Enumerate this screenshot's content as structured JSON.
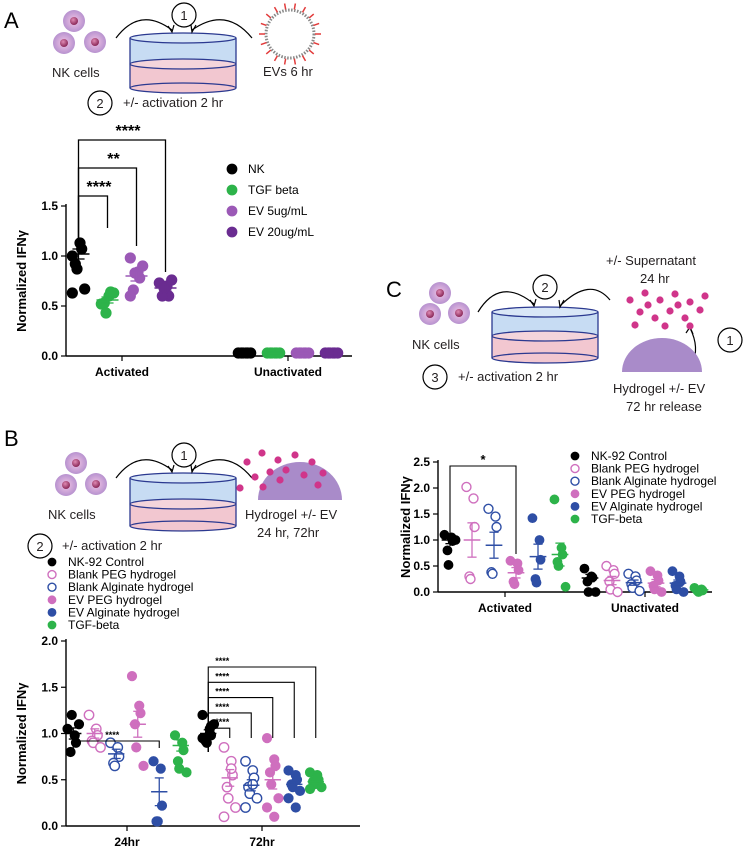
{
  "colors": {
    "black": "#000000",
    "green": "#2db34a",
    "violet": "#9b59b6",
    "purple": "#6a2c91",
    "pink": "#cf6fbe",
    "blue": "#2e4ea5",
    "schematic_blue": "#c7dcf3",
    "schematic_pink": "#f2c7d0",
    "hydrogel": "#a98bc9",
    "cell_pink": "#d24f8f"
  },
  "panels": {
    "A": {
      "letter": "A",
      "schematic": {
        "step1": "1",
        "step2": "2",
        "nk_label": "NK cells",
        "ev_label": "EVs 6 hr",
        "activation_label": "+/- activation 2 hr"
      }
    },
    "B": {
      "letter": "B",
      "schematic": {
        "step1": "1",
        "step2": "2",
        "nk_label": "NK cells",
        "hydrogel_label_1": "Hydrogel +/- EV",
        "hydrogel_label_2": "24 hr, 72hr",
        "activation_label": "+/- activation 2 hr"
      }
    },
    "C": {
      "letter": "C",
      "schematic": {
        "step1": "1",
        "step2": "2",
        "step3": "3",
        "nk_label": "NK cells",
        "supernatant_label_1": "+/- Supernatant",
        "supernatant_label_2": "24 hr",
        "hydrogel_label_1": "Hydrogel +/- EV",
        "hydrogel_label_2": "72 hr release",
        "activation_label": "+/- activation 2 hr"
      }
    }
  },
  "chart_data": [
    {
      "id": "A",
      "type": "scatter",
      "ylabel": "Normalized IFNγ",
      "ylim": [
        0,
        1.5
      ],
      "yticks": [
        "0.0",
        "0.5",
        "1.0",
        "1.5"
      ],
      "categories": [
        "Activated",
        "Unactivated"
      ],
      "legend_position": "right",
      "series": [
        {
          "name": "NK",
          "color": "#000000",
          "filled": true,
          "values": [
            [
              1.0,
              1.13,
              1.07,
              0.92,
              0.87,
              0.67,
              0.63
            ],
            [
              0.03,
              0.03,
              0.03,
              0.03,
              0.03,
              0.03
            ]
          ],
          "mean": [
            1.02,
            0.03
          ],
          "sem": [
            0.05,
            0.005
          ]
        },
        {
          "name": "TGF beta",
          "color": "#2db34a",
          "filled": true,
          "values": [
            [
              0.52,
              0.6,
              0.64,
              0.53,
              0.43,
              0.63
            ],
            [
              0.03,
              0.03,
              0.03,
              0.03,
              0.03,
              0.03
            ]
          ],
          "mean": [
            0.56,
            0.03
          ],
          "sem": [
            0.03,
            0.005
          ]
        },
        {
          "name": "EV 5ug/mL",
          "color": "#9b59b6",
          "filled": true,
          "values": [
            [
              0.98,
              0.84,
              0.78,
              0.66,
              0.83,
              0.9,
              0.6
            ],
            [
              0.03,
              0.03,
              0.03,
              0.03,
              0.03,
              0.03
            ]
          ],
          "mean": [
            0.8,
            0.03
          ],
          "sem": [
            0.05,
            0.005
          ]
        },
        {
          "name": "EV 20ug/mL",
          "color": "#6a2c91",
          "filled": true,
          "values": [
            [
              0.73,
              0.7,
              0.6,
              0.6,
              0.68,
              0.76
            ],
            [
              0.03,
              0.03,
              0.03,
              0.03,
              0.03,
              0.03
            ]
          ],
          "mean": [
            0.68,
            0.03
          ],
          "sem": [
            0.03,
            0.005
          ]
        }
      ],
      "significance": [
        {
          "label": "****",
          "from": 0,
          "to": 1
        },
        {
          "label": "**",
          "from": 0,
          "to": 2
        },
        {
          "label": "****",
          "from": 0,
          "to": 3
        }
      ]
    },
    {
      "id": "B",
      "type": "scatter",
      "ylabel": "Normalized IFNγ",
      "ylim": [
        0,
        2.0
      ],
      "yticks": [
        "0.0",
        "0.5",
        "1.0",
        "1.5",
        "2.0"
      ],
      "categories": [
        "24hr",
        "72hr"
      ],
      "legend_position": "top-left",
      "series": [
        {
          "name": "NK-92 Control",
          "color": "#000000",
          "filled": true,
          "values": [
            [
              1.05,
              0.98,
              0.9,
              0.8,
              1.2,
              1.1
            ],
            [
              1.2,
              1.05,
              0.98,
              0.92,
              0.9,
              1.1,
              0.95,
              1.0,
              1.08
            ]
          ],
          "mean": [
            1.0,
            1.0
          ],
          "sem": [
            0.06,
            0.04
          ]
        },
        {
          "name": "Blank PEG hydrogel",
          "color": "#cf6fbe",
          "filled": false,
          "values": [
            [
              1.2,
              1.05,
              0.98,
              0.92,
              0.9,
              0.85
            ],
            [
              0.85,
              0.7,
              0.55,
              0.42,
              0.3,
              0.2,
              0.1,
              0.62
            ]
          ],
          "mean": [
            1.0,
            0.52
          ],
          "sem": [
            0.05,
            0.09
          ]
        },
        {
          "name": "Blank Alginate hydrogel",
          "color": "#2e4ea5",
          "filled": false,
          "values": [
            [
              0.9,
              0.85,
              0.75,
              0.68,
              0.65
            ],
            [
              0.7,
              0.6,
              0.52,
              0.42,
              0.35,
              0.3,
              0.2,
              0.45
            ]
          ],
          "mean": [
            0.78,
            0.44
          ],
          "sem": [
            0.05,
            0.06
          ]
        },
        {
          "name": "EV PEG hydrogel",
          "color": "#cf6fbe",
          "filled": true,
          "values": [
            [
              1.62,
              1.3,
              1.22,
              1.1,
              0.85,
              0.65
            ],
            [
              0.95,
              0.72,
              0.65,
              0.58,
              0.45,
              0.3,
              0.2,
              0.1
            ]
          ],
          "mean": [
            1.1,
            0.5
          ],
          "sem": [
            0.14,
            0.1
          ]
        },
        {
          "name": "EV Alginate hydrogel",
          "color": "#2e4ea5",
          "filled": true,
          "values": [
            [
              0.7,
              0.62,
              0.22,
              0.05,
              0.05
            ],
            [
              0.6,
              0.55,
              0.5,
              0.45,
              0.42,
              0.38,
              0.3,
              0.2
            ]
          ],
          "mean": [
            0.37,
            0.45
          ],
          "sem": [
            0.15,
            0.04
          ]
        },
        {
          "name": "TGF-beta",
          "color": "#2db34a",
          "filled": true,
          "values": [
            [
              0.98,
              0.9,
              0.82,
              0.7,
              0.62,
              0.58
            ],
            [
              0.58,
              0.55,
              0.5,
              0.48,
              0.45,
              0.42,
              0.4,
              0.52
            ]
          ],
          "mean": [
            0.87,
            0.48
          ],
          "sem": [
            0.06,
            0.02
          ]
        }
      ],
      "significance": [
        {
          "label": "****",
          "group": 0,
          "from": 0,
          "to": 4
        },
        {
          "label": "****",
          "group": 1,
          "from": 0,
          "to": 1
        },
        {
          "label": "****",
          "group": 1,
          "from": 0,
          "to": 2
        },
        {
          "label": "****",
          "group": 1,
          "from": 0,
          "to": 3
        },
        {
          "label": "****",
          "group": 1,
          "from": 0,
          "to": 4
        },
        {
          "label": "****",
          "group": 1,
          "from": 0,
          "to": 5
        }
      ]
    },
    {
      "id": "C",
      "type": "scatter",
      "ylabel": "Normalized IFNγ",
      "ylim": [
        0,
        2.5
      ],
      "yticks": [
        "0.0",
        "0.5",
        "1.0",
        "1.5",
        "2.0",
        "2.5"
      ],
      "categories": [
        "Activated",
        "Unactivated"
      ],
      "legend_position": "top-right",
      "series": [
        {
          "name": "NK-92 Control",
          "color": "#000000",
          "filled": true,
          "values": [
            [
              1.1,
              1.05,
              0.98,
              0.8,
              0.52,
              1.0
            ],
            [
              0.45,
              0.3,
              0.28,
              0.2,
              0.0,
              0.0
            ]
          ],
          "mean": [
            1.0,
            0.27
          ],
          "sem": [
            0.07,
            0.07
          ]
        },
        {
          "name": "Blank PEG hydrogel",
          "color": "#cf6fbe",
          "filled": false,
          "values": [
            [
              2.02,
              1.8,
              1.25,
              0.3,
              0.25
            ],
            [
              0.5,
              0.42,
              0.35,
              0.2,
              0.05,
              0.0
            ]
          ],
          "mean": [
            1.0,
            0.22
          ],
          "sem": [
            0.33,
            0.08
          ]
        },
        {
          "name": "Blank Alginate hydrogel",
          "color": "#2e4ea5",
          "filled": false,
          "values": [
            [
              1.6,
              1.45,
              1.25,
              0.38,
              0.35
            ],
            [
              0.35,
              0.3,
              0.22,
              0.15,
              0.08,
              0.02
            ]
          ],
          "mean": [
            0.9,
            0.18
          ],
          "sem": [
            0.25,
            0.05
          ]
        },
        {
          "name": "EV PEG hydrogel",
          "color": "#cf6fbe",
          "filled": true,
          "values": [
            [
              0.6,
              0.55,
              0.42,
              0.2,
              0.15
            ],
            [
              0.4,
              0.32,
              0.22,
              0.12,
              0.05,
              0.0
            ]
          ],
          "mean": [
            0.37,
            0.17
          ],
          "sem": [
            0.1,
            0.07
          ]
        },
        {
          "name": "EV Alginate hydrogel",
          "color": "#2e4ea5",
          "filled": true,
          "values": [
            [
              1.42,
              1.0,
              0.62,
              0.25,
              0.18
            ],
            [
              0.4,
              0.3,
              0.2,
              0.12,
              0.05,
              0.0
            ]
          ],
          "mean": [
            0.68,
            0.17
          ],
          "sem": [
            0.24,
            0.06
          ]
        },
        {
          "name": "TGF-beta",
          "color": "#2db34a",
          "filled": true,
          "values": [
            [
              1.78,
              0.85,
              0.72,
              0.58,
              0.5,
              0.1
            ],
            [
              0.08,
              0.05,
              0.03,
              0.02,
              0.0
            ]
          ],
          "mean": [
            0.72,
            0.04
          ],
          "sem": [
            0.22,
            0.01
          ]
        }
      ],
      "significance": [
        {
          "label": "*",
          "from": 0,
          "to": 3
        }
      ]
    }
  ]
}
